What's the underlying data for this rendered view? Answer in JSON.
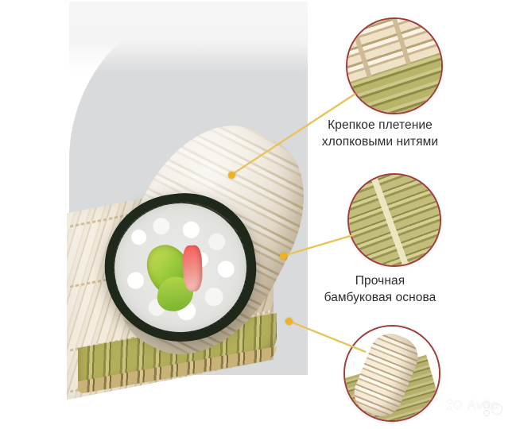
{
  "image": {
    "kind": "product-infographic",
    "subject": "Бамбуковый коврик (макису) для суши с роллом",
    "background_color": "#ffffff",
    "blob_color": "#d9dadb"
  },
  "callouts": [
    {
      "id": "callout-1",
      "label": "Крепкое плетение\nхлопковыми нитями",
      "detail": "Крупный план бамбукового плетения с хлопковыми нитями",
      "border_color": "#9e3b3d",
      "connector_color": "#e8c35a",
      "dot_color": "#f0b21e"
    },
    {
      "id": "callout-2",
      "label": "Прочная\nбамбуковая основа",
      "detail": "Крупный план зелёной бамбуковой основы коврика",
      "border_color": "#9e3b3d",
      "connector_color": "#e8c35a",
      "dot_color": "#f0b21e"
    },
    {
      "id": "callout-3",
      "label": "",
      "detail": "Крупный план свёрнутого бамбукового коврика",
      "border_color": "#9e3b3d",
      "connector_color": "#e8c35a",
      "dot_color": "#f0b21e"
    }
  ],
  "main_photo": {
    "alt": "Суши-ролл в нори, завёрнутый в бамбуковый коврик",
    "parts": {
      "mat": "бамбуковый коврик",
      "nori": "лист нори",
      "rice": "рис",
      "avocado": "авокадо",
      "crab_stick": "крабовая палочка"
    }
  },
  "watermark": {
    "text": "Avito"
  }
}
